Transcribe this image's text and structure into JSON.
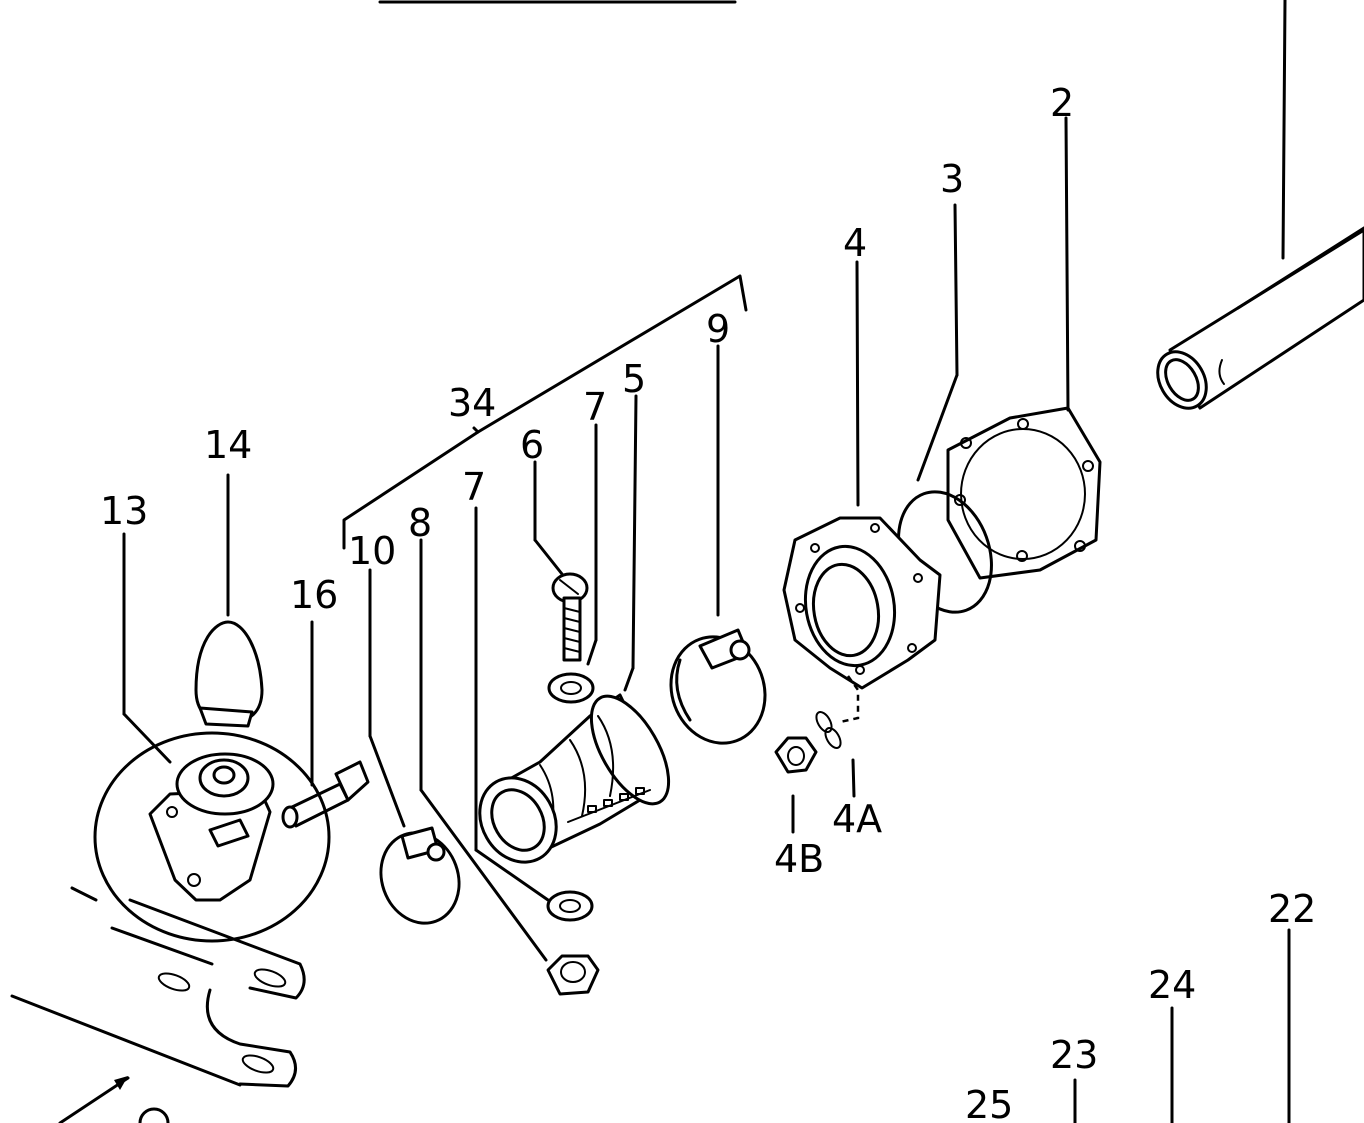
{
  "labels": {
    "p2": "2",
    "p3": "3",
    "p4": "4",
    "p4a": "4A",
    "p4b": "4B",
    "p5": "5",
    "p6": "6",
    "p7a": "7",
    "p7b": "7",
    "p8": "8",
    "p9": "9",
    "p10": "10",
    "p13": "13",
    "p14": "14",
    "p16": "16",
    "p22": "22",
    "p23": "23",
    "p24": "24",
    "p25": "25",
    "p34": "34"
  },
  "colors": {
    "ink": "#000000",
    "paper": "#ffffff"
  }
}
